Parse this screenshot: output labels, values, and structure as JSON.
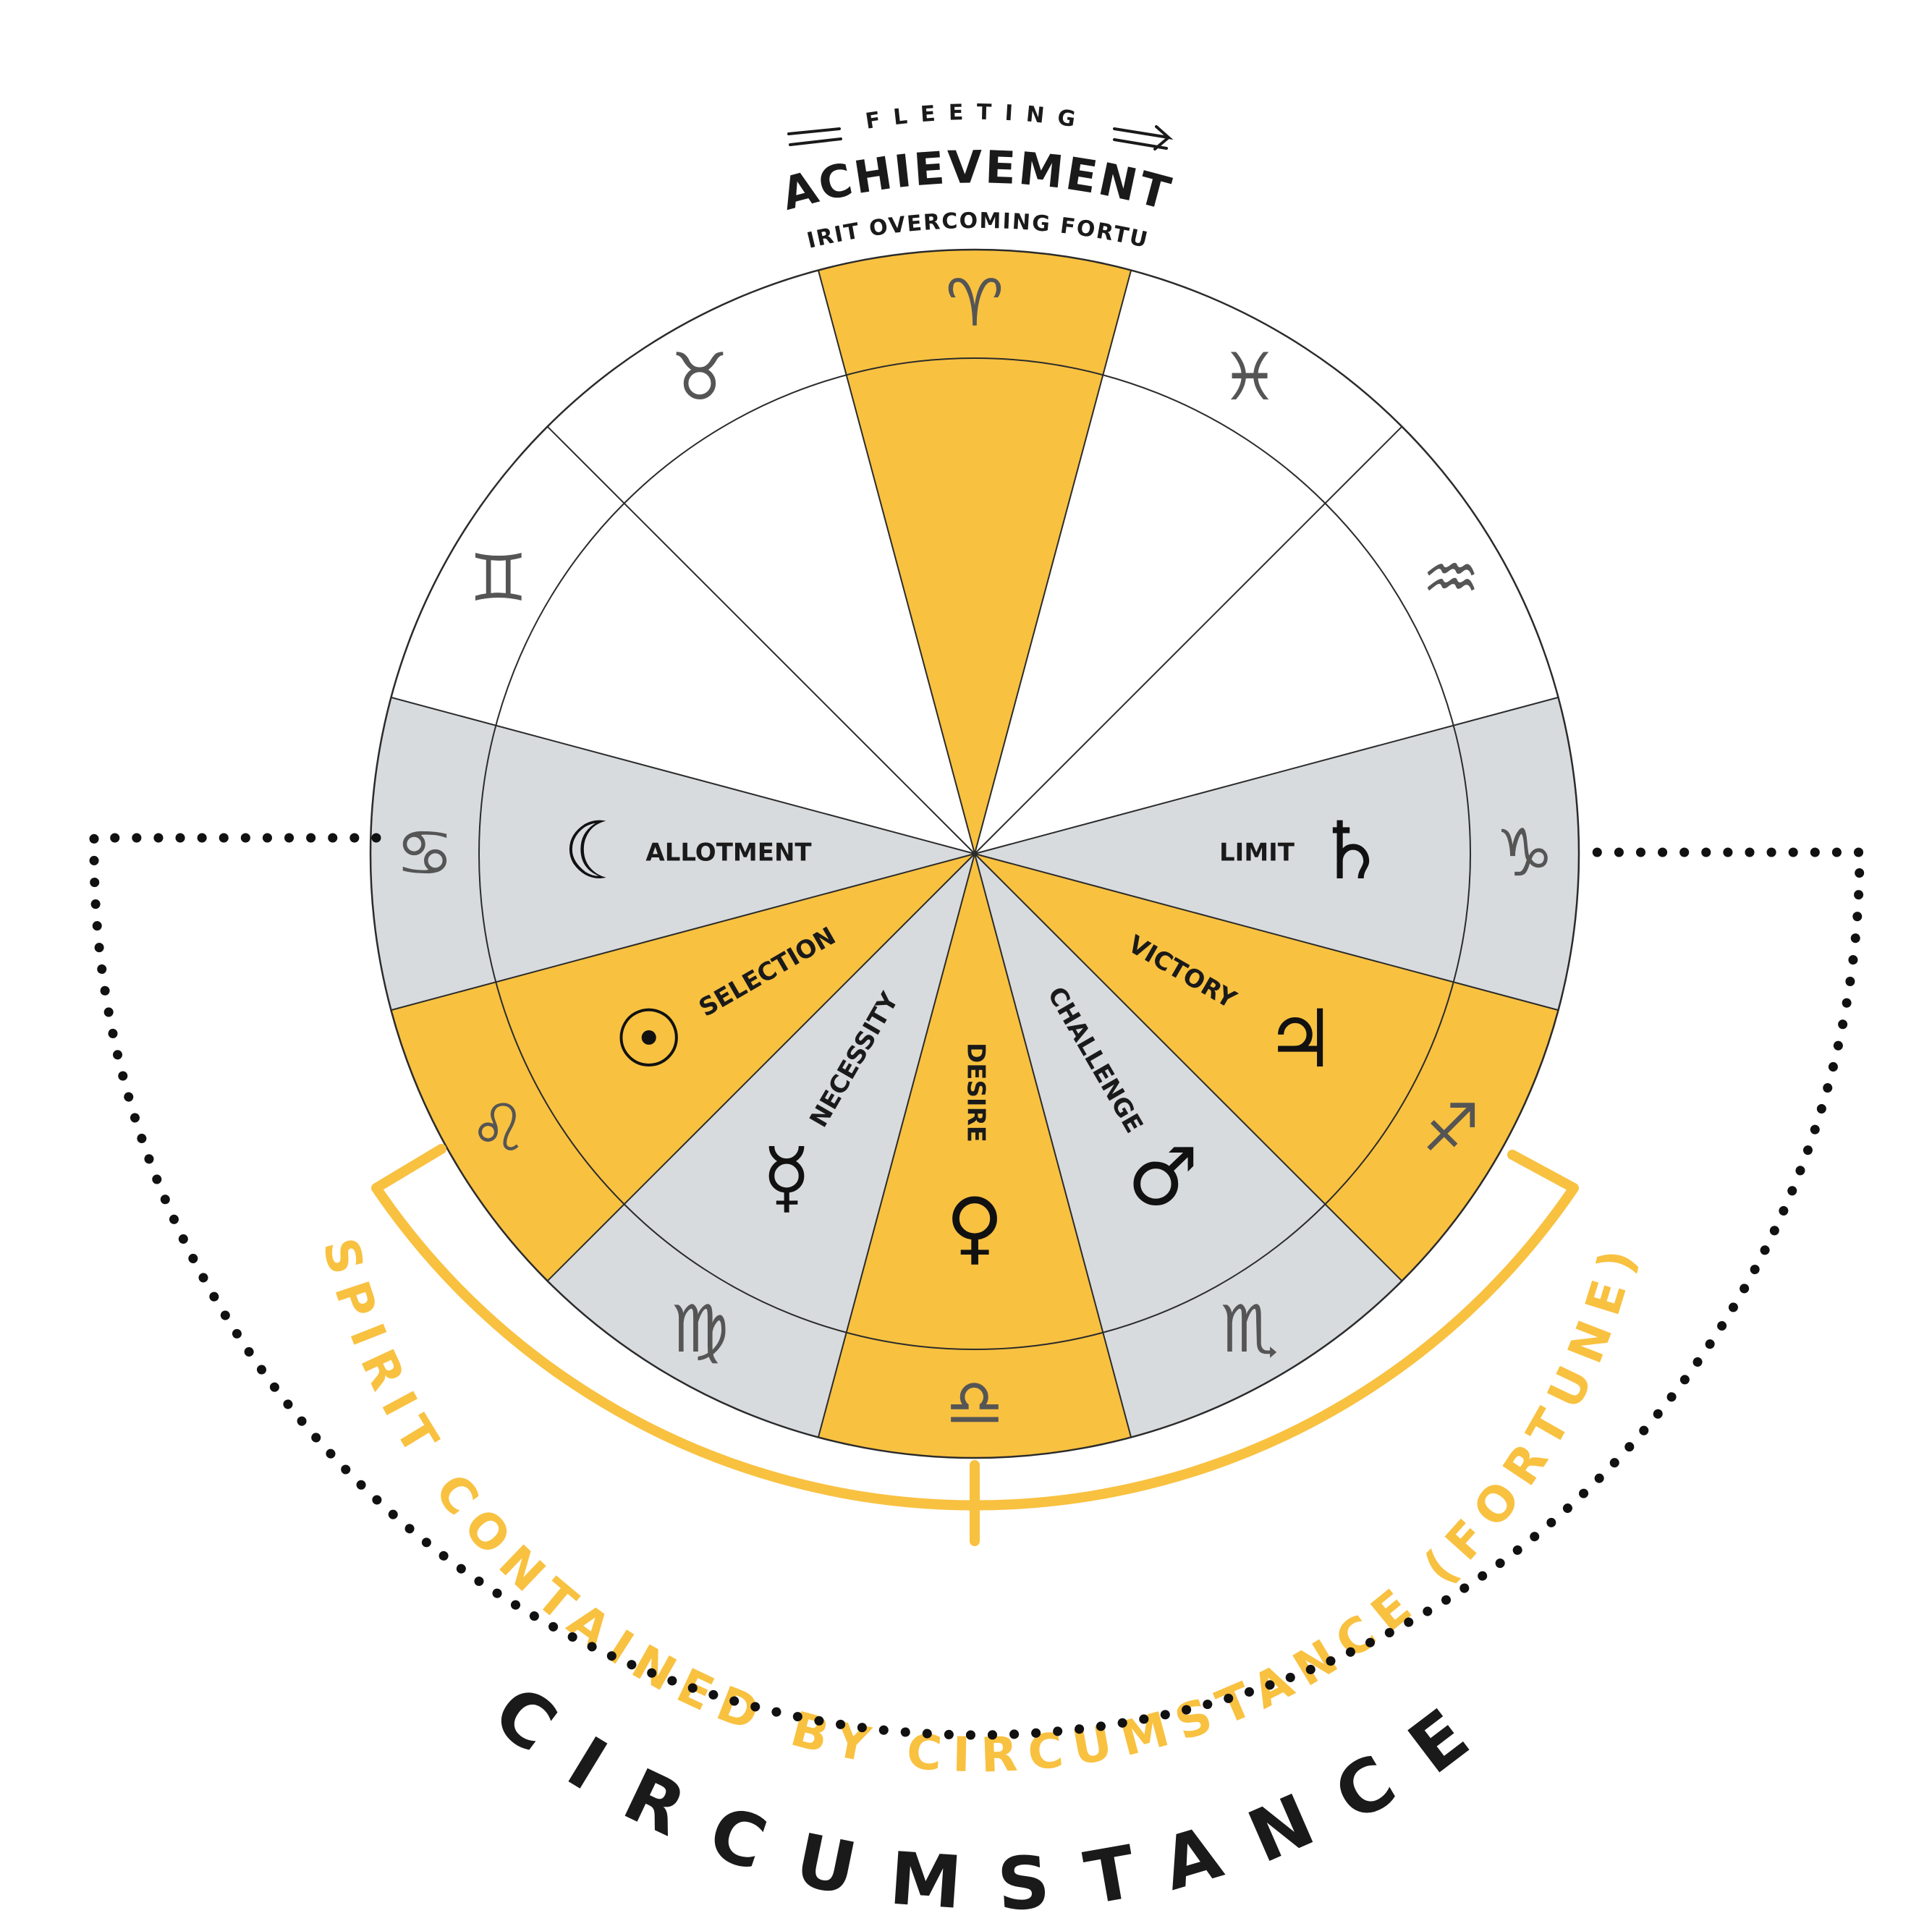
{
  "colors": {
    "yellow": "#F8C140",
    "gray": "#D7DBDE",
    "white": "#FFFFFF",
    "line": "#2B2B2B",
    "ink": "#111111",
    "accent": "#F8C140"
  },
  "header": {
    "fleeting": "FLEETING",
    "title": "ACHIEVEMENT",
    "subtitle": "SPIRIT OVERCOMING FORTUNE"
  },
  "spirit_label": "SPIRIT CONTAINED BY CIRCUMSTANCE (FORTUNE)",
  "circumstance_label": "CIRCUMSTANCE",
  "houses": [
    {
      "name": "ALLOTMENT",
      "planet": "moon-icon",
      "glyph": "☾",
      "fill": "gray"
    },
    {
      "name": "SELECTION",
      "planet": "sun-icon",
      "glyph": "☉",
      "fill": "yellow"
    },
    {
      "name": "NECESSITY",
      "planet": "mercury-icon",
      "glyph": "☿",
      "fill": "gray"
    },
    {
      "name": "DESIRE",
      "planet": "venus-icon",
      "glyph": "♀",
      "fill": "yellow"
    },
    {
      "name": "CHALLENGE",
      "planet": "mars-icon",
      "glyph": "♂",
      "fill": "gray"
    },
    {
      "name": "VICTORY",
      "planet": "jupiter-icon",
      "glyph": "♃",
      "fill": "yellow"
    },
    {
      "name": "LIMIT",
      "planet": "saturn-icon",
      "glyph": "♄",
      "fill": "gray"
    }
  ],
  "signs": [
    {
      "icon": "aries-icon",
      "glyph": "♈"
    },
    {
      "icon": "pisces-icon",
      "glyph": "♓"
    },
    {
      "icon": "aquarius-icon",
      "glyph": "♒"
    },
    {
      "icon": "capricorn-icon",
      "glyph": "♑"
    },
    {
      "icon": "sagittarius-icon",
      "glyph": "♐"
    },
    {
      "icon": "scorpio-icon",
      "glyph": "♏"
    },
    {
      "icon": "libra-icon",
      "glyph": "♎"
    },
    {
      "icon": "virgo-icon",
      "glyph": "♍"
    },
    {
      "icon": "leo-icon",
      "glyph": "♌"
    },
    {
      "icon": "cancer-icon",
      "glyph": "♋"
    },
    {
      "icon": "gemini-icon",
      "glyph": "♊"
    },
    {
      "icon": "taurus-icon",
      "glyph": "♉"
    }
  ]
}
